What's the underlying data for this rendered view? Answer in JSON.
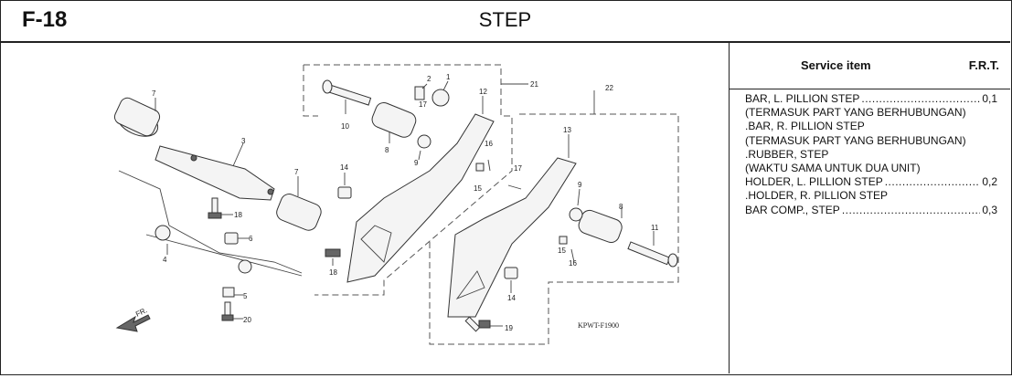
{
  "header": {
    "code": "F-18",
    "title": "STEP"
  },
  "service": {
    "title": "Service item",
    "frt": "F.R.T.",
    "items": [
      {
        "label": "BAR, L. PILLION STEP",
        "value": "0,1"
      },
      {
        "label": "(TERMASUK PART YANG BERHUBUNGAN)",
        "value": ""
      },
      {
        "label": ".BAR, R. PILLION STEP",
        "value": ""
      },
      {
        "label": "(TERMASUK PART YANG BERHUBUNGAN)",
        "value": ""
      },
      {
        "label": ".RUBBER, STEP",
        "value": ""
      },
      {
        "label": "(WAKTU SAMA UNTUK DUA UNIT)",
        "value": ""
      },
      {
        "label": "HOLDER, L. PILLION STEP",
        "value": "0,2"
      },
      {
        "label": ".HOLDER, R. PILLION STEP",
        "value": ""
      },
      {
        "label": "BAR COMP., STEP",
        "value": "0,3"
      }
    ]
  },
  "diagram": {
    "code": "KPWT-F1900",
    "fr_label": "FR.",
    "callouts": [
      "1",
      "2",
      "3",
      "4",
      "5",
      "6",
      "7",
      "7",
      "8",
      "8",
      "9",
      "9",
      "10",
      "11",
      "12",
      "13",
      "14",
      "14",
      "15",
      "15",
      "16",
      "16",
      "17",
      "17",
      "18",
      "18",
      "19",
      "20",
      "21",
      "22"
    ]
  }
}
